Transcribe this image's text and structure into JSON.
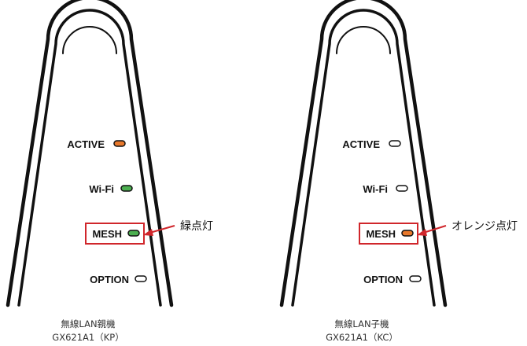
{
  "colors": {
    "outline": "#111111",
    "highlight": "#d0262b",
    "led_orange": "#e8782b",
    "led_green": "#4caf50",
    "led_off": "#ffffff"
  },
  "devices": [
    {
      "id": "parent",
      "indicators": [
        {
          "label": "ACTIVE",
          "state": "orange"
        },
        {
          "label": "Wi-Fi",
          "state": "green"
        },
        {
          "label": "MESH",
          "state": "green",
          "highlighted": true
        },
        {
          "label": "OPTION",
          "state": "off"
        }
      ],
      "callout": "緑点灯",
      "caption_line1": "無線LAN親機",
      "caption_line2": "GX621A1（KP）"
    },
    {
      "id": "child",
      "indicators": [
        {
          "label": "ACTIVE",
          "state": "off"
        },
        {
          "label": "Wi-Fi",
          "state": "off"
        },
        {
          "label": "MESH",
          "state": "orange",
          "highlighted": true
        },
        {
          "label": "OPTION",
          "state": "off"
        }
      ],
      "callout": "オレンジ点灯",
      "caption_line1": "無線LAN子機",
      "caption_line2": "GX621A1（KC）"
    }
  ]
}
